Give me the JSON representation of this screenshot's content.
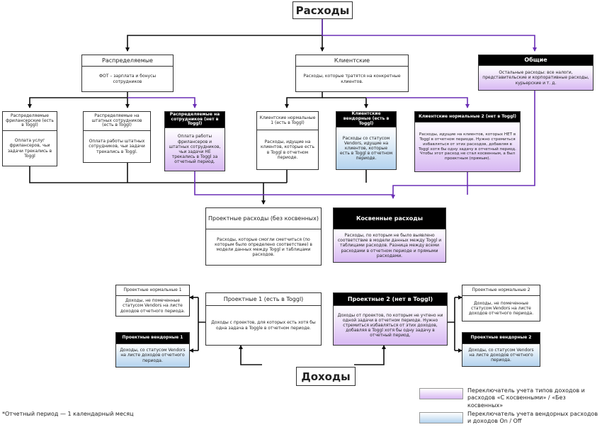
{
  "expenses_title": "Расходы",
  "income_title": "Доходы",
  "distributed": {
    "title": "Распределяемые",
    "desc": "ФОТ – зарплата и бонусы сотрудников"
  },
  "client": {
    "title": "Клиентские",
    "desc": "Расходы, которые тратятся на конкретные клиентов."
  },
  "general": {
    "title": "Общие",
    "desc": "Остальные расходы: все налоги, представительские и корпоративные расходы, курьерские и т. д."
  },
  "dist_freelance": {
    "title": "Распределяемые фрилансерские (есть в Toggl)",
    "desc": "Оплата услуг фрилансеров, чьи задачи трекались в Toggl"
  },
  "dist_staff": {
    "title": "Распределяемые на штатных сотрудников (есть в Toggl)",
    "desc": "Оплата работы штатных сотрудников, чьи задачи трекались в Toggl."
  },
  "dist_not_toggl": {
    "title": "Распределяемые на сотрудников (нет в Toggl)",
    "desc": "Оплата работы фрилансеров и штатных сотрудников, чьи задачи НЕ трекались в Toggl за отчетный период."
  },
  "client_normal_1": {
    "title": "Клиентские нормальные 1 (есть в Toggl)",
    "desc": "Расходы, идущие на клиентов, которые есть в Toggl в отчетном периоде."
  },
  "client_vendor": {
    "title": "Клиентские вендорные (есть в Toggl)",
    "desc": "Расходы со статусом Vendors, идущие на клиентов, которые есть в Toggl в отчетном периоде."
  },
  "client_normal_2": {
    "title": "Клиентские нормальные 2 (нет в Toggl)",
    "desc": "Расходы, идущие на клиентов, которых НЕТ в Toggl в отчетном периоде. Нужно стремиться избавляться от этих расходов, добавляя в Toggl хотя бы одну задачу в отчетный период. Чтобы этот расход не стал косвенным, а был проектным (прямым)."
  },
  "project_expenses": {
    "title": "Проектные расходы (без косвенных)",
    "desc": "Расходы, которые смогли сметчиться (по которым было определено соответствие) в модели данных между Toggl и таблицами расходов."
  },
  "indirect_expenses": {
    "title": "Косвенные расходы",
    "desc": "Расходы, по которым не было выявлено соответствие в модели данных между Toggl и таблицами расходов. Разница между всеми расходами в отчетном периоде и прямыми расходами."
  },
  "project_1": {
    "title": "Проектные 1 (есть в Toggl)",
    "desc": "Доходы с проектов, для которых есть хотя бы одна задача в Toggle в отчетном периоде."
  },
  "project_2": {
    "title": "Проектные 2 (нет в Toggl)",
    "desc": "Доходы от проектов, по которым не учтено ни одной задачи в отчетном периоде. Нужно стремиться избавляться от этих доходов, добавляя в Toggl хотя бы одну задачу в отчетный период."
  },
  "l_normal_1": {
    "title": "Проектные нормальные 1",
    "desc": "Доходы, не помеченные статусом Vendors на листе доходов отчетного периода."
  },
  "l_vendor_1": {
    "title": "Проектные вендорные 1",
    "desc": "Доходы, со статусом Vendors на листе доходов отчетного периода."
  },
  "r_normal_2": {
    "title": "Проектные нормальные 2",
    "desc": "Доходы, не помеченные статусом Vendors на листе доходов отчетного периода."
  },
  "r_vendor_2": {
    "title": "Проектные вендорные 2",
    "desc": "Доходы, со статусом Vendors на листе доходов отчетного периода."
  },
  "footnote": "*Отчетный период — 1 календарный месяц",
  "legend": [
    {
      "text": "Переключатель учета типов доходов и расходов «С косвенными» / «Без косвенных»",
      "color": "#d8b9f3"
    },
    {
      "text": "Переключатель учета вендорных расходов и доходов On / Off",
      "color": "#b4d3ee"
    }
  ],
  "colors": {
    "black_line": "#111111",
    "purple_line": "#6a2fb5",
    "purple_fill": "#d8b9f3",
    "blue_fill": "#b4d3ee"
  }
}
